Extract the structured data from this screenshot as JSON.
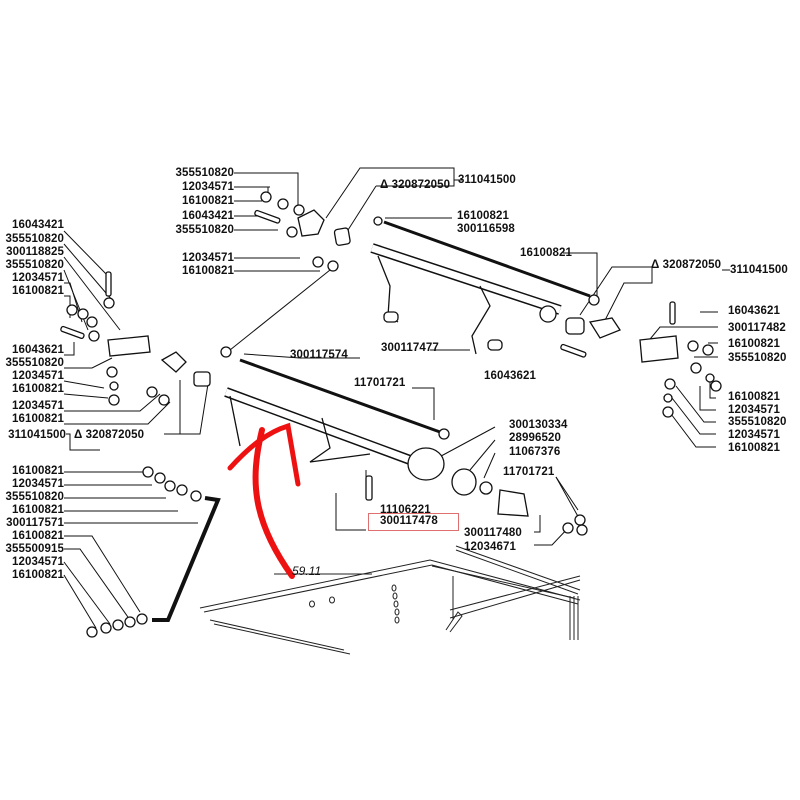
{
  "diagram": {
    "title": "Exploded parts diagram - shift rod / selector shaft assembly",
    "highlight_color": "#e07070",
    "arrow_color": "#ee1111",
    "reference_label": "59.11",
    "highlighted_part": "300117478",
    "groups": {
      "top_center_left": [
        "355510820",
        "12034571",
        "16100821",
        "16043421",
        "355510820",
        "12034571",
        "16100821"
      ],
      "top_center_bracket": [
        "320872050",
        "311041500"
      ],
      "top_right_rod": [
        "16100821",
        "300116598",
        "16100821"
      ],
      "left_upper": [
        "16043421",
        "355510820",
        "300118825",
        "355510820",
        "12034571",
        "16100821"
      ],
      "left_middle": [
        "16043621",
        "355510820",
        "12034571",
        "16100821",
        "12034571",
        "16100821"
      ],
      "left_bracket": [
        "311041500",
        "320872050"
      ],
      "left_lower": [
        "16100821",
        "12034571",
        "355510820",
        "16100821",
        "300117571",
        "16100821",
        "355500915",
        "12034571",
        "16100821"
      ],
      "center": [
        "300117574",
        "11701721",
        "300117477"
      ],
      "right_bracket": [
        "320872050",
        "311041500"
      ],
      "right_side": [
        "16043621",
        "300117482",
        "16100821",
        "355510820",
        "16100821",
        "12034571",
        "355510820",
        "12034571",
        "16100821"
      ],
      "right_center_bolt": [
        "16043621"
      ],
      "lower_center": [
        "300130334",
        "28996520",
        "11067376",
        "11701721",
        "11106221",
        "300117478",
        "300117480",
        "12034671"
      ]
    },
    "labels": {
      "tl1": "355510820",
      "tl2": "12034571",
      "tl3": "16100821",
      "tl4": "16043421",
      "tl5": "355510820",
      "tl6": "12034571",
      "tl7": "16100821",
      "tb1": "Δ 320872050",
      "tb2": "311041500",
      "tr1": "16100821",
      "tr2": "300116598",
      "tr3": "16100821",
      "lu1": "16043421",
      "lu2": "355510820",
      "lu3": "300118825",
      "lu4": "355510820",
      "lu5": "12034571",
      "lu6": "16100821",
      "lm1": "16043621",
      "lm2": "355510820",
      "lm3": "12034571",
      "lm4": "16100821",
      "lm5": "12034571",
      "lm6": "16100821",
      "lb1": "311041500",
      "lb2": "Δ 320872050",
      "ll1": "16100821",
      "ll2": "12034571",
      "ll3": "355510820",
      "ll4": "16100821",
      "ll5": "300117571",
      "ll6": "16100821",
      "ll7": "355500915",
      "ll8": "12034571",
      "ll9": "16100821",
      "c1": "300117574",
      "c2": "11701721",
      "c3": "300117477",
      "rb1": "Δ 320872050",
      "rb2": "311041500",
      "rs1": "16043621",
      "rs2": "300117482",
      "rs3": "16100821",
      "rs4": "355510820",
      "rs5": "16100821",
      "rs6": "12034571",
      "rs7": "355510820",
      "rs8": "12034571",
      "rs9": "16100821",
      "rcb": "16043621",
      "lc1": "300130334",
      "lc2": "28996520",
      "lc3": "11067376",
      "lc4": "11701721",
      "lc5": "11106221",
      "lc6": "300117478",
      "lc7": "300117480",
      "lc8": "12034671"
    }
  }
}
